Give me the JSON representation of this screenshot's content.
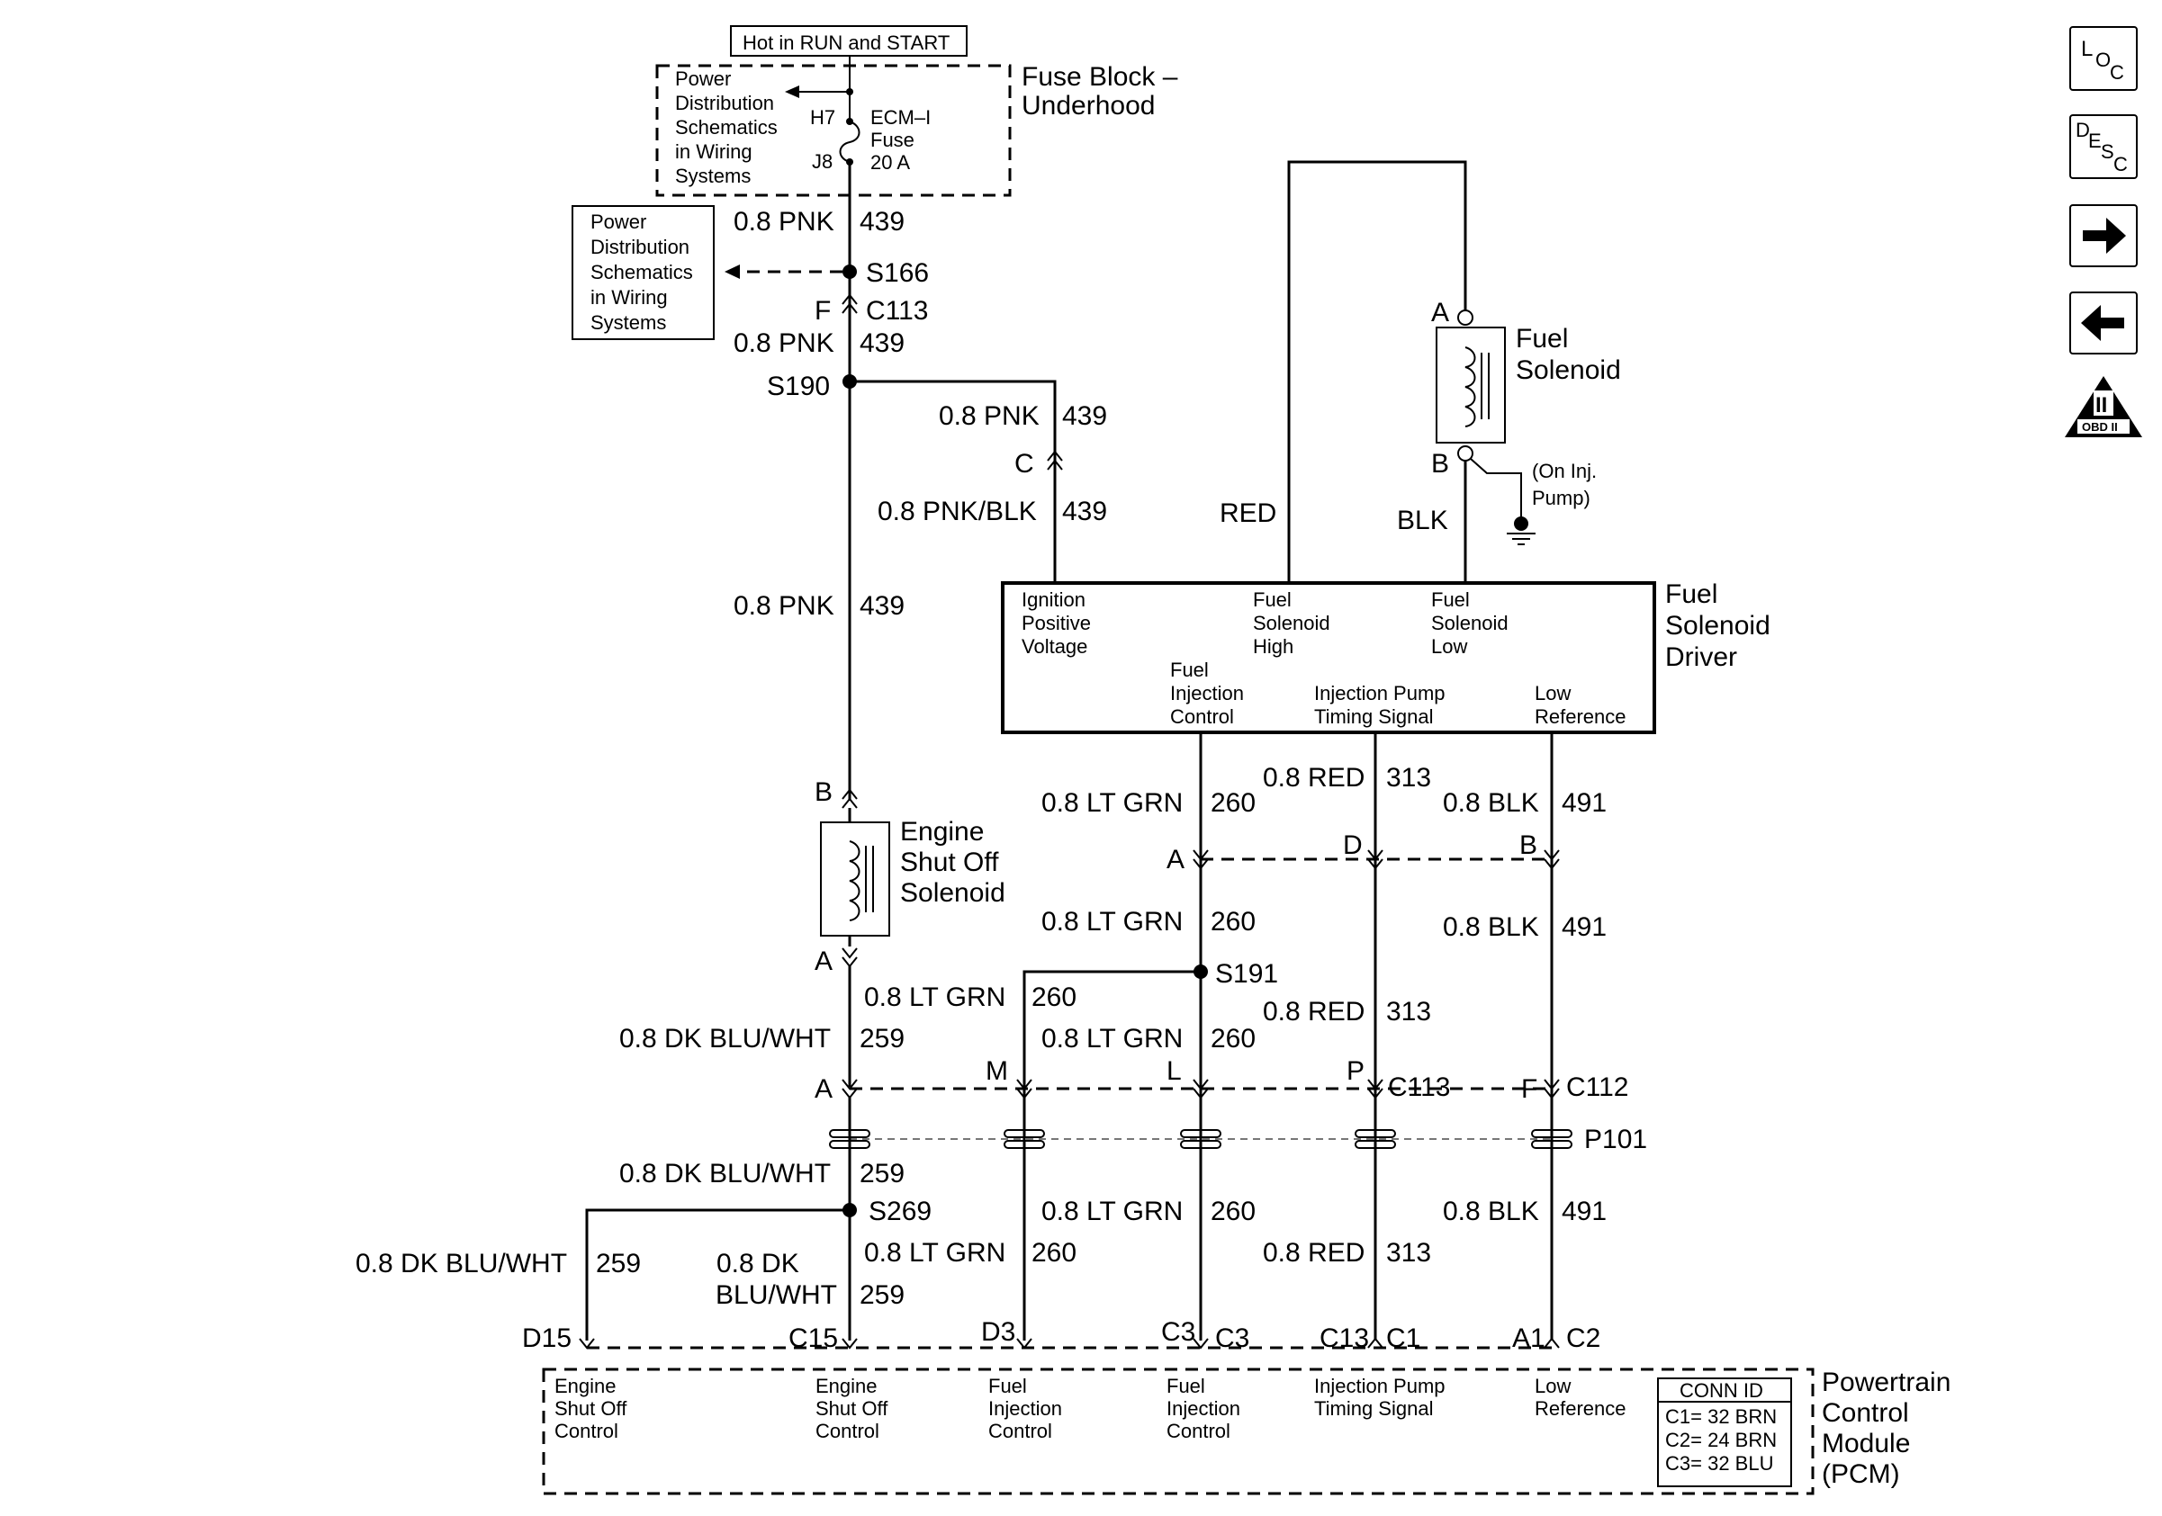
{
  "header": {
    "power_note": "Hot in RUN and START"
  },
  "fuse_block": {
    "title_line1": "Fuse Block –",
    "title_line2": "Underhood",
    "ref_lines": [
      "Power",
      "Distribution",
      "Schematics",
      "in Wiring",
      "Systems"
    ],
    "pin_in": "H7",
    "pin_out": "J8",
    "fuse_lines": [
      "ECM–I",
      "Fuse",
      "20 A"
    ]
  },
  "power_ref": {
    "lines": [
      "Power",
      "Distribution",
      "Schematics",
      "in Wiring",
      "Systems"
    ]
  },
  "splices": {
    "s166": "S166",
    "s190": "S190",
    "s191": "S191",
    "s269": "S269"
  },
  "connectors": {
    "c113": "C113",
    "c112": "C112",
    "p101": "P101"
  },
  "pins": {
    "f": "F",
    "c": "C",
    "b": "B",
    "a": "A",
    "d": "D",
    "m": "M",
    "l": "L",
    "p": "P",
    "d15": "D15",
    "c15": "C15",
    "d3": "D3",
    "c3": "C3",
    "c3b": "C3",
    "c13": "C13",
    "c1": "C1",
    "a1": "A1",
    "c2": "C2",
    "sol_a": "A",
    "sol_b": "B",
    "esos_b": "B",
    "esos_a": "A"
  },
  "wires": {
    "pnk": "0.8 PNK",
    "pnk_blk": "0.8 PNK/BLK",
    "lt_grn": "0.8 LT GRN",
    "red08": "0.8 RED",
    "blk08": "0.8 BLK",
    "dk_blu_wht": "0.8 DK BLU/WHT",
    "dk_line1": "0.8 DK",
    "dk_line2": "BLU/WHT",
    "red": "RED",
    "blk": "BLK",
    "c439": "439",
    "c260": "260",
    "c313": "313",
    "c491": "491",
    "c259": "259"
  },
  "fuel_solenoid": {
    "title_lines": [
      "Fuel",
      "Solenoid"
    ],
    "ground_note_lines": [
      "(On Inj.",
      "Pump)"
    ]
  },
  "engine_shutoff": {
    "title_lines": [
      "Engine",
      "Shut Off",
      "Solenoid"
    ]
  },
  "driver": {
    "title_lines": [
      "Fuel",
      "Solenoid",
      "Driver"
    ],
    "ign_lines": [
      "Ignition",
      "Positive",
      "Voltage"
    ],
    "high_lines": [
      "Fuel",
      "Solenoid",
      "High"
    ],
    "low_lines": [
      "Fuel",
      "Solenoid",
      "Low"
    ],
    "inj_ctrl_lines": [
      "Fuel",
      "Injection",
      "Control"
    ],
    "timing_lines": [
      "Injection Pump",
      "Timing Signal"
    ],
    "lowref_lines": [
      "Low",
      "Reference"
    ]
  },
  "pcm": {
    "title_lines": [
      "Powertrain",
      "Control",
      "Module",
      "(PCM)"
    ],
    "esoc1_lines": [
      "Engine",
      "Shut Off",
      "Control"
    ],
    "esoc2_lines": [
      "Engine",
      "Shut Off",
      "Control"
    ],
    "fic1_lines": [
      "Fuel",
      "Injection",
      "Control"
    ],
    "fic2_lines": [
      "Fuel",
      "Injection",
      "Control"
    ],
    "timing_lines": [
      "Injection Pump",
      "Timing Signal"
    ],
    "lowref_lines": [
      "Low",
      "Reference"
    ],
    "conn_id": {
      "title": "CONN ID",
      "rows": [
        "C1= 32 BRN",
        "C2= 24 BRN",
        "C3= 32 BLU"
      ]
    }
  },
  "nav": {
    "loc": {
      "big": "L",
      "o": "O",
      "c": "C"
    },
    "desc": {
      "d": "D",
      "e": "E",
      "s": "S",
      "c": "C"
    },
    "obd": {
      "roman": "II",
      "label": "OBD II"
    },
    "forward_icon": "right-arrow-icon",
    "back_icon": "left-arrow-icon"
  }
}
